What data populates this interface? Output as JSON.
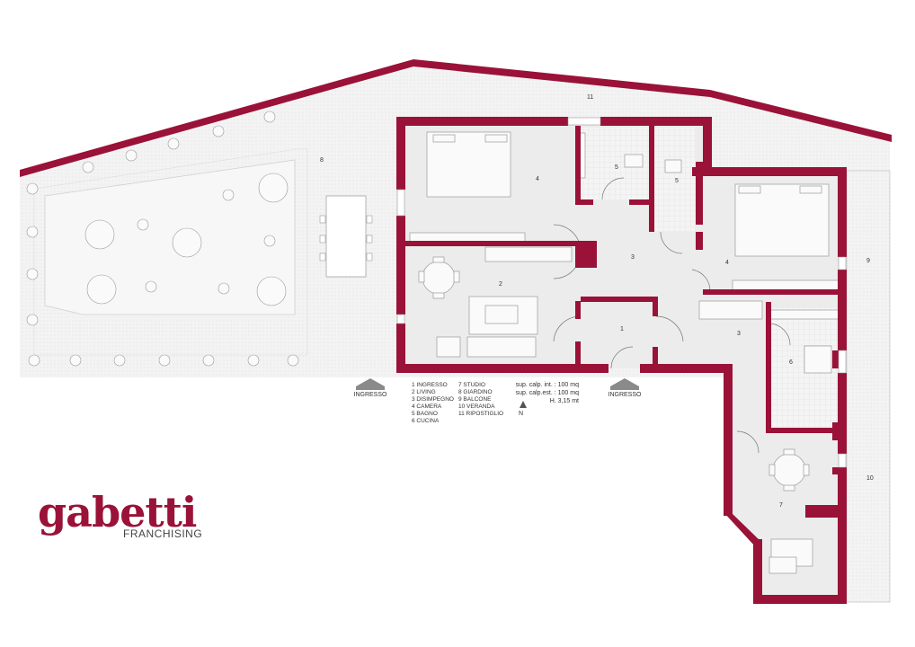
{
  "colors": {
    "wall": "#9a1238",
    "garden": "#f1f1f1",
    "floor": "#ececec",
    "furniture": "#ffffff",
    "line": "#bdbdbd"
  },
  "rooms": {
    "r1": "1",
    "r2": "2",
    "r3a": "3",
    "r3b": "3",
    "r4a": "4",
    "r4b": "4",
    "r5a": "5",
    "r5b": "5",
    "r6": "6",
    "r7": "7",
    "r8": "8",
    "r9": "9",
    "r10": "10",
    "r11": "11"
  },
  "entrances": {
    "left": "INGRESSO",
    "right": "INGRESSO"
  },
  "legend": {
    "col1": [
      "1 INGRESSO",
      "2 LIVING",
      "3 DISIMPEGNO",
      "4 CAMERA",
      "5 BAGNO",
      "6 CUCINA"
    ],
    "col2": [
      "7 STUDIO",
      "8 GIARDINO",
      "9 BALCONE",
      "10 VERANDA",
      "11 RIPOSTIGLIO"
    ]
  },
  "specs": {
    "sup_int": "sup. calp. int. : 100 mq",
    "sup_est": "sup. calp.est. : 100 mq",
    "height": "H. 3,15 mt"
  },
  "north": "N",
  "logo": {
    "word": "gabetti",
    "sub": "FRANCHISING"
  }
}
